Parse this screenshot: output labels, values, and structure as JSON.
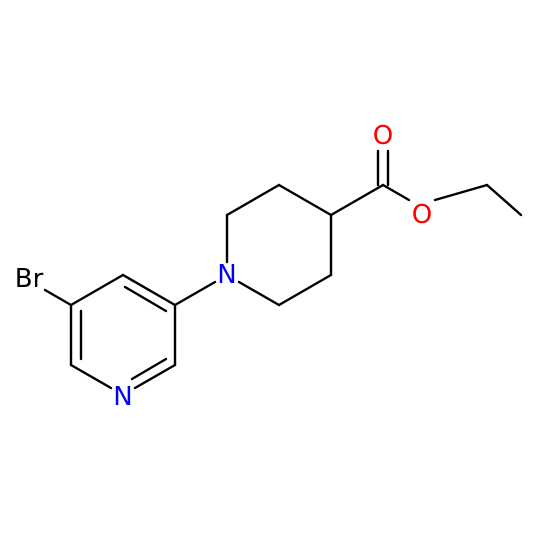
{
  "molecule": {
    "atoms": {
      "br": {
        "label": "Br",
        "color": "#000000"
      },
      "n_pyridine": {
        "label": "N",
        "color": "#0000ff"
      },
      "n_piperidine": {
        "label": "N",
        "color": "#0000ff"
      },
      "o_carbonyl": {
        "label": "O",
        "color": "#ff0000"
      },
      "o_ester": {
        "label": "O",
        "color": "#ff0000"
      }
    },
    "bond_color": "#000000"
  }
}
